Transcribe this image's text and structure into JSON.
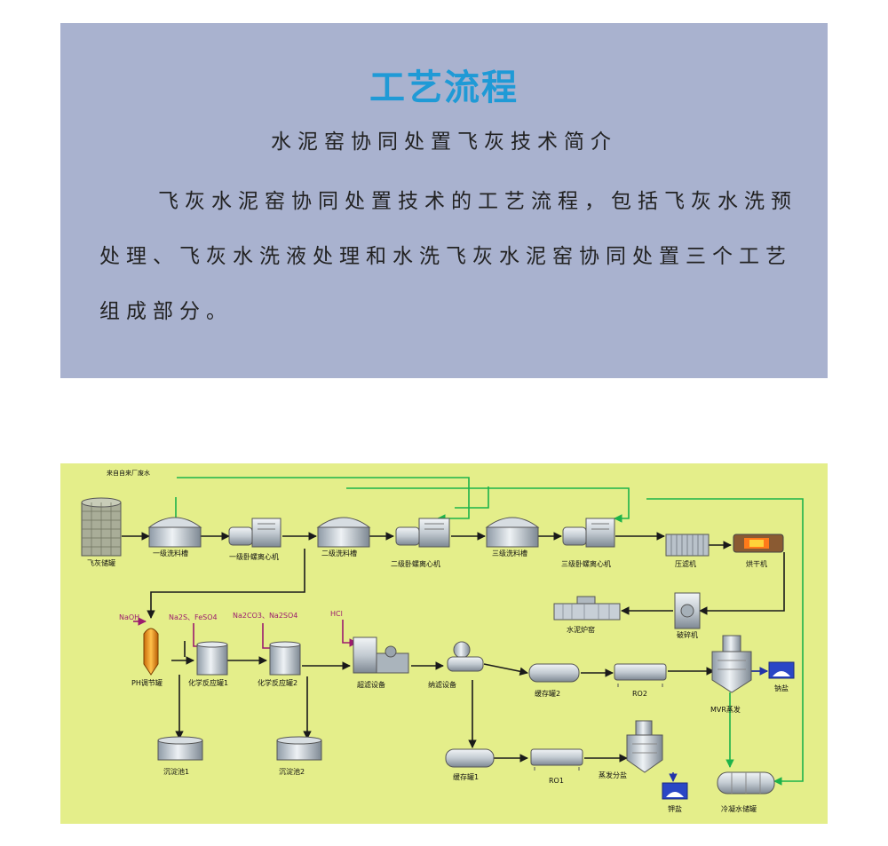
{
  "intro": {
    "title": "工艺流程",
    "subtitle": "水泥窑协同处置飞灰技术简介",
    "body": "飞灰水泥窑协同处置技术的工艺流程，包括飞灰水洗预处理、飞灰水洗液处理和水洗飞灰水泥窑协同处置三个工艺组成部分。"
  },
  "diagram": {
    "colors": {
      "background": "#e4ee8a",
      "process_line": "#1a1a1a",
      "chemical_line": "#9b1b6e",
      "recycle_line": "#1db34a"
    },
    "top_source_label": "来自自来厂废水",
    "nodes": {
      "fly_ash_silo": "飞灰储罐",
      "wash_tank_1": "一级洗料槽",
      "centrifuge_1": "一级卧螺离心机",
      "wash_tank_2": "二级洗料槽",
      "centrifuge_2": "二级卧螺离心机",
      "wash_tank_3": "三级洗料槽",
      "centrifuge_3": "三级卧螺离心机",
      "filter_press": "压滤机",
      "dryer": "烘干机",
      "crusher": "破碎机",
      "cement_kiln": "水泥炉窑",
      "ph_tank": "PH调节罐",
      "reactor_1": "化学反应罐1",
      "reactor_2": "化学反应罐2",
      "ultrafiltration": "超滤设备",
      "nanofiltration": "纳滤设备",
      "buffer_tank_2": "缓存罐2",
      "ro2": "RO2",
      "mvr_evaporator": "MVR蒸发",
      "sodium_salt": "钠盐",
      "sedimentation_1": "沉淀池1",
      "sedimentation_2": "沉淀池2",
      "buffer_tank_1": "缓存罐1",
      "ro1": "RO1",
      "evaporative_crystallizer": "蒸发分盐",
      "potassium_salt": "钾盐",
      "condensate_tank": "冷凝水储罐"
    },
    "chemicals": {
      "naoh": "NaOH",
      "na2s_feso4": "Na2S、FeSO4",
      "na2co3_na2so4": "Na2CO3、Na2SO4",
      "hcl": "HCl"
    }
  }
}
